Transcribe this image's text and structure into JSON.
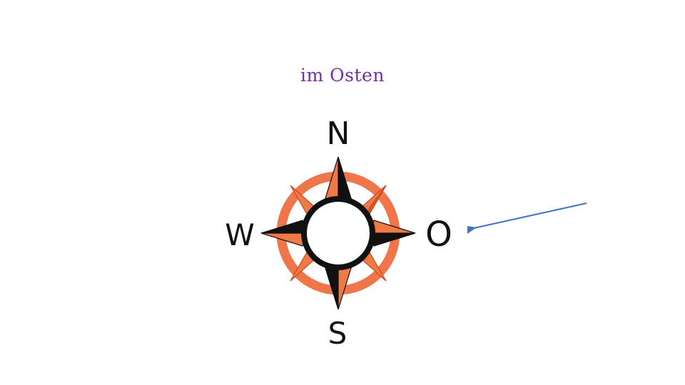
{
  "slide": {
    "title": "im Osten",
    "title_color": "#7030a0"
  },
  "compass": {
    "labels": {
      "north": "N",
      "east": "O",
      "south": "S",
      "west": "W"
    },
    "colors": {
      "ring": "#ee6a3c",
      "points": "#111111",
      "center_fill": "#ffffff"
    }
  },
  "arrow": {
    "color": "#4472c4",
    "points_to": "east"
  }
}
